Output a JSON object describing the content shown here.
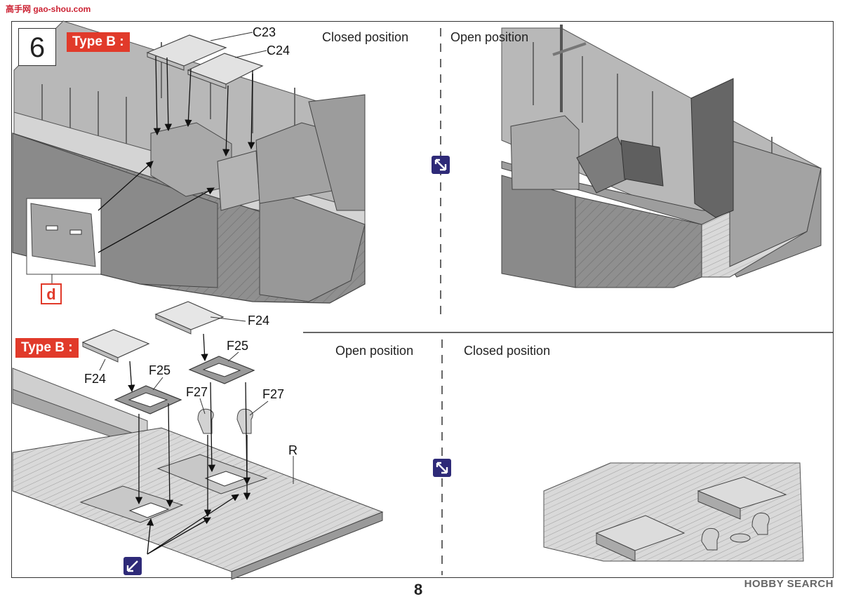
{
  "page": {
    "step_number": "6",
    "page_number": "8",
    "watermark_top": "高手网 gao-shou.com",
    "watermark_bottom": "HOBBY SEARCH"
  },
  "upper_panel": {
    "type_tag": "Type B :",
    "parts": [
      "C23",
      "C24"
    ],
    "callout": "d",
    "left_state": "Closed position",
    "right_state": "Open position"
  },
  "lower_panel": {
    "type_tag": "Type B :",
    "parts": [
      "F24",
      "F24",
      "F25",
      "F25",
      "F27",
      "F27",
      "R"
    ],
    "left_state": "Open position",
    "right_state": "Closed position"
  },
  "colors": {
    "accent_red": "#e13a2a",
    "icon_navy": "#2e2a78",
    "hull_gray": "#8c8c8c"
  }
}
